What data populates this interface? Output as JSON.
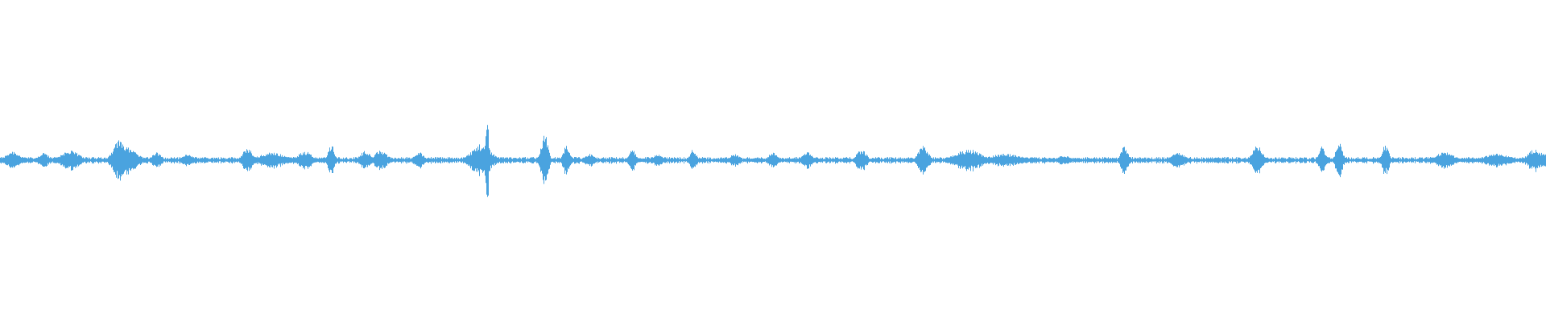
{
  "waveform": {
    "color": "#4aa3df",
    "background": "#ffffff",
    "baseline_amplitude": 0.02,
    "bursts": [
      {
        "position": 0.008,
        "amplitude": 0.06,
        "spread": 0.004
      },
      {
        "position": 0.028,
        "amplitude": 0.05,
        "spread": 0.003
      },
      {
        "position": 0.045,
        "amplitude": 0.06,
        "spread": 0.006
      },
      {
        "position": 0.077,
        "amplitude": 0.13,
        "spread": 0.004
      },
      {
        "position": 0.082,
        "amplitude": 0.08,
        "spread": 0.006
      },
      {
        "position": 0.101,
        "amplitude": 0.05,
        "spread": 0.003
      },
      {
        "position": 0.121,
        "amplitude": 0.04,
        "spread": 0.003
      },
      {
        "position": 0.16,
        "amplitude": 0.08,
        "spread": 0.003
      },
      {
        "position": 0.176,
        "amplitude": 0.05,
        "spread": 0.008
      },
      {
        "position": 0.197,
        "amplitude": 0.06,
        "spread": 0.004
      },
      {
        "position": 0.214,
        "amplitude": 0.1,
        "spread": 0.002
      },
      {
        "position": 0.236,
        "amplitude": 0.06,
        "spread": 0.003
      },
      {
        "position": 0.246,
        "amplitude": 0.06,
        "spread": 0.004
      },
      {
        "position": 0.271,
        "amplitude": 0.05,
        "spread": 0.003
      },
      {
        "position": 0.311,
        "amplitude": 0.1,
        "spread": 0.006
      },
      {
        "position": 0.315,
        "amplitude": 0.26,
        "spread": 0.001
      },
      {
        "position": 0.352,
        "amplitude": 0.17,
        "spread": 0.002
      },
      {
        "position": 0.366,
        "amplitude": 0.09,
        "spread": 0.002
      },
      {
        "position": 0.381,
        "amplitude": 0.04,
        "spread": 0.003
      },
      {
        "position": 0.409,
        "amplitude": 0.07,
        "spread": 0.002
      },
      {
        "position": 0.425,
        "amplitude": 0.04,
        "spread": 0.003
      },
      {
        "position": 0.448,
        "amplitude": 0.07,
        "spread": 0.002
      },
      {
        "position": 0.475,
        "amplitude": 0.04,
        "spread": 0.003
      },
      {
        "position": 0.5,
        "amplitude": 0.05,
        "spread": 0.003
      },
      {
        "position": 0.522,
        "amplitude": 0.05,
        "spread": 0.003
      },
      {
        "position": 0.557,
        "amplitude": 0.07,
        "spread": 0.003
      },
      {
        "position": 0.597,
        "amplitude": 0.09,
        "spread": 0.003
      },
      {
        "position": 0.626,
        "amplitude": 0.07,
        "spread": 0.008
      },
      {
        "position": 0.65,
        "amplitude": 0.04,
        "spread": 0.01
      },
      {
        "position": 0.688,
        "amplitude": 0.03,
        "spread": 0.004
      },
      {
        "position": 0.727,
        "amplitude": 0.1,
        "spread": 0.002
      },
      {
        "position": 0.762,
        "amplitude": 0.05,
        "spread": 0.004
      },
      {
        "position": 0.813,
        "amplitude": 0.09,
        "spread": 0.003
      },
      {
        "position": 0.855,
        "amplitude": 0.09,
        "spread": 0.002
      },
      {
        "position": 0.866,
        "amplitude": 0.11,
        "spread": 0.002
      },
      {
        "position": 0.896,
        "amplitude": 0.1,
        "spread": 0.002
      },
      {
        "position": 0.934,
        "amplitude": 0.05,
        "spread": 0.006
      },
      {
        "position": 0.968,
        "amplitude": 0.04,
        "spread": 0.008
      },
      {
        "position": 0.992,
        "amplitude": 0.07,
        "spread": 0.004
      },
      {
        "position": 0.998,
        "amplitude": 0.06,
        "spread": 0.002
      }
    ]
  }
}
